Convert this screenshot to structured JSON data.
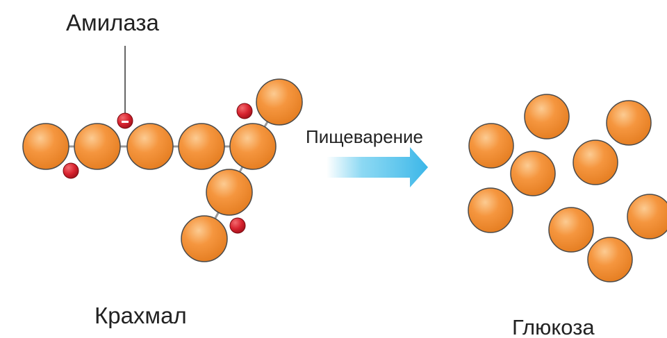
{
  "labels": {
    "enzyme": "Амилаза",
    "process": "Пищеварение",
    "starch": "Крахмал",
    "glucose": "Глюкоза"
  },
  "colors": {
    "glucose_fill": "#F5963F",
    "glucose_stroke": "#4a4a4a",
    "enzyme_fill": "#D8232F",
    "bond": "#9a9a9a",
    "arrow": "#5BC8EE",
    "text": "#222222"
  }
}
